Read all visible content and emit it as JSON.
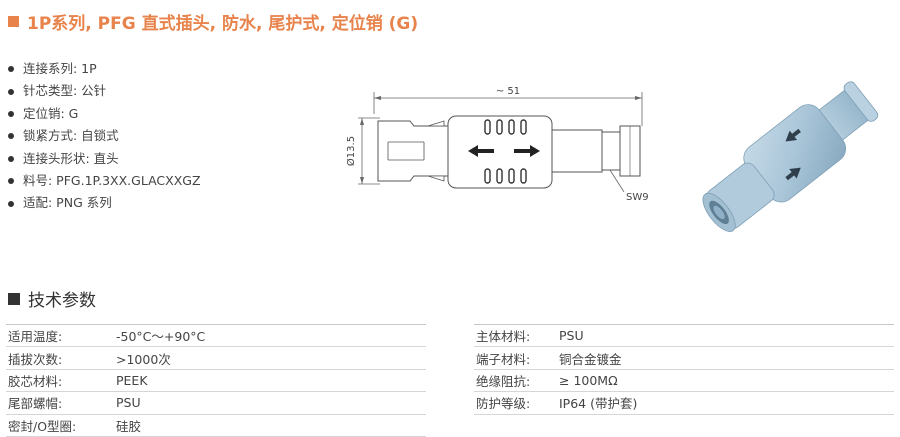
{
  "title": "1P系列, PFG 直式插头, 防水, 尾护式, 定位销 (G)",
  "accent_color": "#e8834b",
  "features": [
    "连接系列: 1P",
    "针芯类型: 公针",
    "定位销: G",
    "锁紧方式: 自锁式",
    "连接头形状: 直头",
    "料号: PFG.1P.3XX.GLACXXGZ",
    "适配: PNG 系列"
  ],
  "drawing": {
    "length_label": "~ 51",
    "diameter_label": "Ø13.5",
    "wrench_label": "SW9"
  },
  "specs_title": "技术参数",
  "specs_left": [
    {
      "key": "适用温度:",
      "value": "-50°C～+90°C"
    },
    {
      "key": "插拔次数:",
      "value": ">1000次"
    },
    {
      "key": "胶芯材料:",
      "value": "PEEK"
    },
    {
      "key": "尾部螺帽:",
      "value": "PSU"
    },
    {
      "key": "密封/O型圈:",
      "value": "硅胶"
    }
  ],
  "specs_right": [
    {
      "key": "主体材料:",
      "value": "PSU"
    },
    {
      "key": "端子材料:",
      "value": "铜合金镀金"
    },
    {
      "key": "绝缘阻抗:",
      "value": "≥ 100MΩ"
    },
    {
      "key": "防护等级:",
      "value": "IP64 (带护套)"
    }
  ]
}
